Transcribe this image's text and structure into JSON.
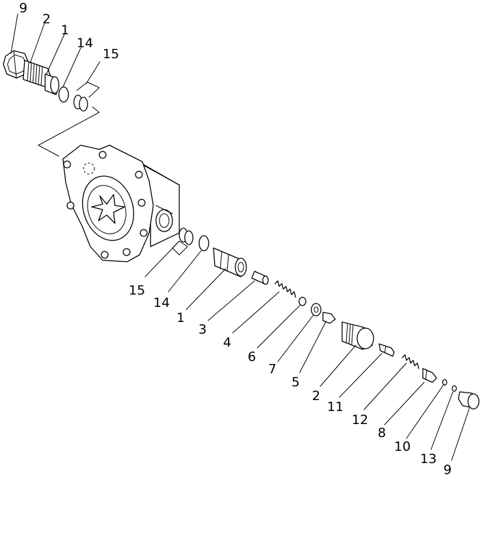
{
  "diagram": {
    "callouts": [
      {
        "id": "c-9-top",
        "text": "9"
      },
      {
        "id": "c-2-top",
        "text": "2"
      },
      {
        "id": "c-1-top",
        "text": "1"
      },
      {
        "id": "c-14-top",
        "text": "14"
      },
      {
        "id": "c-15-top",
        "text": "15"
      },
      {
        "id": "c-15-low",
        "text": "15"
      },
      {
        "id": "c-14-low",
        "text": "14"
      },
      {
        "id": "c-1-low",
        "text": "1"
      },
      {
        "id": "c-3",
        "text": "3"
      },
      {
        "id": "c-4",
        "text": "4"
      },
      {
        "id": "c-6",
        "text": "6"
      },
      {
        "id": "c-7",
        "text": "7"
      },
      {
        "id": "c-5",
        "text": "5"
      },
      {
        "id": "c-2-low",
        "text": "2"
      },
      {
        "id": "c-11",
        "text": "11"
      },
      {
        "id": "c-12",
        "text": "12"
      },
      {
        "id": "c-8",
        "text": "8"
      },
      {
        "id": "c-10",
        "text": "10"
      },
      {
        "id": "c-13",
        "text": "13"
      },
      {
        "id": "c-9-low",
        "text": "9"
      }
    ]
  }
}
